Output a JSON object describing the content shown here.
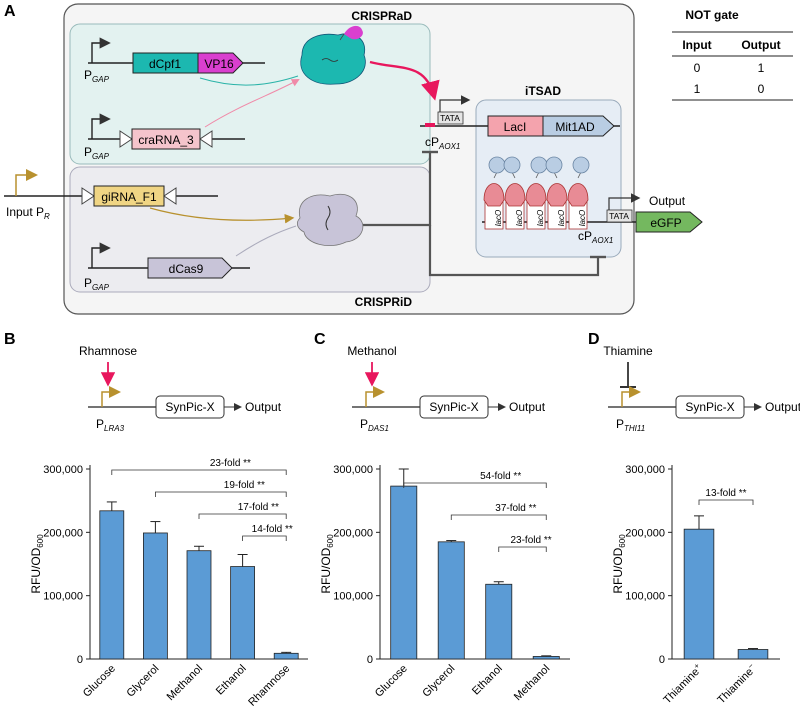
{
  "panel_letters": {
    "a": "A",
    "b": "B",
    "c": "C",
    "d": "D"
  },
  "panel_a": {
    "crispraid_title": "CRISPRaD",
    "crisprid_title": "CRISPRiD",
    "itsad_title": "iTSAD",
    "gene_dcpf1": "dCpf1",
    "gene_vp16": "VP16",
    "gene_craRNA": "craRNA_3",
    "gene_giRNA": "giRNA_F1",
    "gene_dcas9": "dCas9",
    "gene_laci": "LacI",
    "gene_mit1ad": "Mit1AD",
    "gene_egfp": "eGFP",
    "promoter_gap": "P",
    "promoter_gap_sub": "GAP",
    "input_promoter": "Input P",
    "input_promoter_sub": "R",
    "caox1": "cP",
    "caox1_sub": "AOX1",
    "tata": "TATA",
    "laco": "lacO",
    "output": "Output",
    "colors": {
      "crispra_bg": "#e3f2f0",
      "crispri_bg": "#ececf0",
      "itsad_bg": "#e6edf5",
      "outer_bg": "#f5f5f5",
      "activation": "#e8175d",
      "gold": "#b8912e",
      "dcpf1": "#1cb8b0",
      "vp16": "#d93fcf",
      "craRNA": "#f5c4cc",
      "giRNA": "#f0d584",
      "dcas9": "#c8c4d8",
      "laci": "#f4a3ad",
      "mit1ad": "#b9cde3",
      "egfp": "#74b85f",
      "bar": "#5b9bd5"
    }
  },
  "not_gate": {
    "title": "NOT gate",
    "headers": [
      "Input",
      "Output"
    ],
    "rows": [
      [
        "0",
        "1"
      ],
      [
        "1",
        "0"
      ]
    ]
  },
  "panel_b": {
    "inducer": "Rhamnose",
    "circuit": "SynPic-X",
    "output": "Output",
    "promoter": "P",
    "promoter_sub": "LRA3",
    "inducer_mode": "activate"
  },
  "panel_c": {
    "inducer": "Methanol",
    "circuit": "SynPic-X",
    "output": "Output",
    "promoter": "P",
    "promoter_sub": "DAS1",
    "inducer_mode": "activate"
  },
  "panel_d": {
    "inducer": "Thiamine",
    "circuit": "SynPic-X",
    "output": "Output",
    "promoter": "P",
    "promoter_sub": "THI11",
    "inducer_mode": "repress"
  },
  "chart_data": [
    {
      "type": "bar",
      "ylabel": "RFU/OD",
      "ylabel_sub": "600",
      "ylim": [
        0,
        300000
      ],
      "yticks": [
        "0",
        "100,000",
        "200,000",
        "300,000"
      ],
      "categories": [
        "Glucose",
        "Glycerol",
        "Methanol",
        "Ethanol",
        "Rhamnose"
      ],
      "values": [
        234000,
        199000,
        171000,
        146000,
        9000
      ],
      "errors": [
        14000,
        18000,
        7000,
        19000,
        1500
      ],
      "brackets": [
        {
          "from": 0,
          "to": 4,
          "label": "23-fold",
          "sig": "**"
        },
        {
          "from": 1,
          "to": 4,
          "label": "19-fold",
          "sig": "**"
        },
        {
          "from": 2,
          "to": 4,
          "label": "17-fold",
          "sig": "**"
        },
        {
          "from": 3,
          "to": 4,
          "label": "14-fold",
          "sig": "**"
        }
      ]
    },
    {
      "type": "bar",
      "ylabel": "RFU/OD",
      "ylabel_sub": "600",
      "ylim": [
        0,
        300000
      ],
      "yticks": [
        "0",
        "100,000",
        "200,000",
        "300,000"
      ],
      "categories": [
        "Glucose",
        "Glycerol",
        "Ethanol",
        "Methanol"
      ],
      "values": [
        273000,
        185000,
        118000,
        4000
      ],
      "errors": [
        27000,
        2000,
        4000,
        1000
      ],
      "brackets": [
        {
          "from": 0,
          "to": 3,
          "label": "54-fold",
          "sig": "**"
        },
        {
          "from": 1,
          "to": 3,
          "label": "37-fold",
          "sig": "**"
        },
        {
          "from": 2,
          "to": 3,
          "label": "23-fold",
          "sig": "**"
        }
      ]
    },
    {
      "type": "bar",
      "ylabel": "RFU/OD",
      "ylabel_sub": "600",
      "ylim": [
        0,
        300000
      ],
      "yticks": [
        "0",
        "100,000",
        "200,000",
        "300,000"
      ],
      "categories": [
        "Thiamine",
        "Thiamine"
      ],
      "category_sup": [
        "+",
        "−"
      ],
      "values": [
        205000,
        15000
      ],
      "errors": [
        21000,
        1500
      ],
      "brackets": [
        {
          "from": 0,
          "to": 1,
          "label": "13-fold",
          "sig": "**"
        }
      ]
    }
  ]
}
